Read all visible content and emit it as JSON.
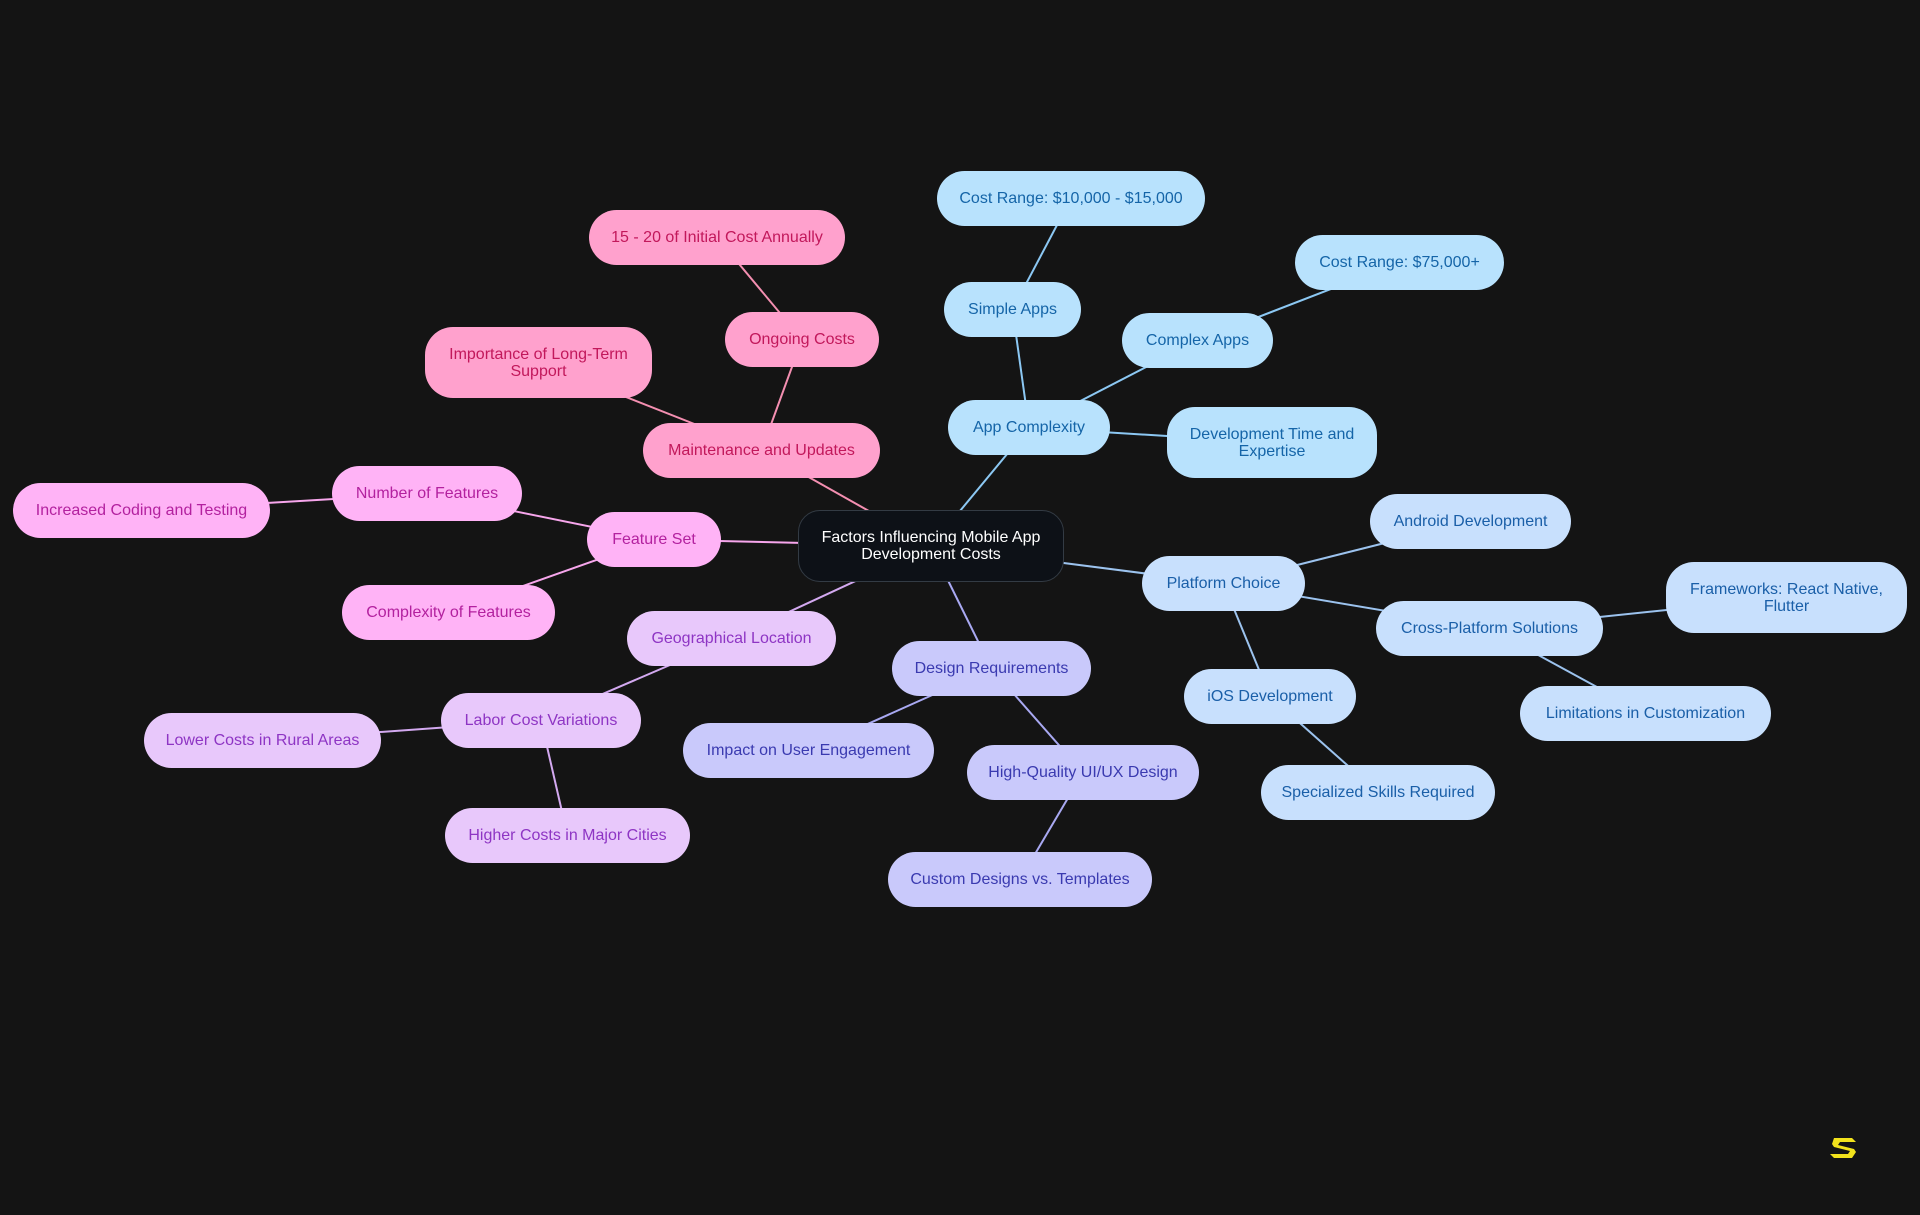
{
  "diagram": {
    "type": "mind-map",
    "root": {
      "id": "root",
      "label": "Factors Influencing Mobile App Development Costs",
      "fill": "#0d1117",
      "stroke": "#333b44",
      "text": "#ffffff"
    },
    "branch_colors": {
      "maintenance": {
        "fill": "#ffa1cd",
        "text": "#c2185b",
        "line": "#f48fb1"
      },
      "feature": {
        "fill": "#ffb3f6",
        "text": "#b3219f",
        "line": "#f7a6ec"
      },
      "geo": {
        "fill": "#e8c8fb",
        "text": "#8e35c4",
        "line": "#d3a9f0"
      },
      "design": {
        "fill": "#c9c9fb",
        "text": "#3a3ab0",
        "line": "#a9a9f2"
      },
      "complexity": {
        "fill": "#b8e2fd",
        "text": "#1565a8",
        "line": "#8cc8f3"
      },
      "platform": {
        "fill": "#c8e0fd",
        "text": "#1a5fa8",
        "line": "#9cc3ee"
      }
    },
    "nodes": [
      {
        "id": "maintenance",
        "label": "Maintenance and Updates",
        "branch": "maintenance",
        "parent": "root"
      },
      {
        "id": "ongoing",
        "label": "Ongoing Costs",
        "branch": "maintenance",
        "parent": "maintenance"
      },
      {
        "id": "pct",
        "label": "15 - 20 of Initial Cost Annually",
        "branch": "maintenance",
        "parent": "ongoing"
      },
      {
        "id": "longterm",
        "label": "Importance of Long-Term Support",
        "branch": "maintenance",
        "parent": "maintenance"
      },
      {
        "id": "feature",
        "label": "Feature Set",
        "branch": "feature",
        "parent": "root"
      },
      {
        "id": "numfeat",
        "label": "Number of Features",
        "branch": "feature",
        "parent": "feature"
      },
      {
        "id": "coding",
        "label": "Increased Coding and Testing",
        "branch": "feature",
        "parent": "numfeat"
      },
      {
        "id": "complexfeat",
        "label": "Complexity of Features",
        "branch": "feature",
        "parent": "feature"
      },
      {
        "id": "geo",
        "label": "Geographical Location",
        "branch": "geo",
        "parent": "root"
      },
      {
        "id": "labor",
        "label": "Labor Cost Variations",
        "branch": "geo",
        "parent": "geo"
      },
      {
        "id": "rural",
        "label": "Lower Costs in Rural Areas",
        "branch": "geo",
        "parent": "labor"
      },
      {
        "id": "cities",
        "label": "Higher Costs in Major Cities",
        "branch": "geo",
        "parent": "labor"
      },
      {
        "id": "design",
        "label": "Design Requirements",
        "branch": "design",
        "parent": "root"
      },
      {
        "id": "engagement",
        "label": "Impact on User Engagement",
        "branch": "design",
        "parent": "design"
      },
      {
        "id": "uiux",
        "label": "High-Quality UI/UX Design",
        "branch": "design",
        "parent": "design"
      },
      {
        "id": "custom",
        "label": "Custom Designs vs. Templates",
        "branch": "design",
        "parent": "uiux"
      },
      {
        "id": "complexity",
        "label": "App Complexity",
        "branch": "complexity",
        "parent": "root"
      },
      {
        "id": "simple",
        "label": "Simple Apps",
        "branch": "complexity",
        "parent": "complexity"
      },
      {
        "id": "simplecost",
        "label": "Cost Range: $10,000 - $15,000",
        "branch": "complexity",
        "parent": "simple"
      },
      {
        "id": "complexapps",
        "label": "Complex Apps",
        "branch": "complexity",
        "parent": "complexity"
      },
      {
        "id": "complexcost",
        "label": "Cost Range: $75,000+",
        "branch": "complexity",
        "parent": "complexapps"
      },
      {
        "id": "devtime",
        "label": "Development Time and Expertise",
        "branch": "complexity",
        "parent": "complexity"
      },
      {
        "id": "platform",
        "label": "Platform Choice",
        "branch": "platform",
        "parent": "root"
      },
      {
        "id": "android",
        "label": "Android Development",
        "branch": "platform",
        "parent": "platform"
      },
      {
        "id": "crossplat",
        "label": "Cross-Platform Solutions",
        "branch": "platform",
        "parent": "platform"
      },
      {
        "id": "frameworks",
        "label": "Frameworks: React Native, Flutter",
        "branch": "platform",
        "parent": "crossplat"
      },
      {
        "id": "limitations",
        "label": "Limitations in Customization",
        "branch": "platform",
        "parent": "crossplat"
      },
      {
        "id": "ios",
        "label": "iOS Development",
        "branch": "platform",
        "parent": "platform"
      },
      {
        "id": "skills",
        "label": "Specialized Skills Required",
        "branch": "platform",
        "parent": "ios"
      }
    ],
    "logo_color": "#f2e21c",
    "background": "#141414"
  }
}
